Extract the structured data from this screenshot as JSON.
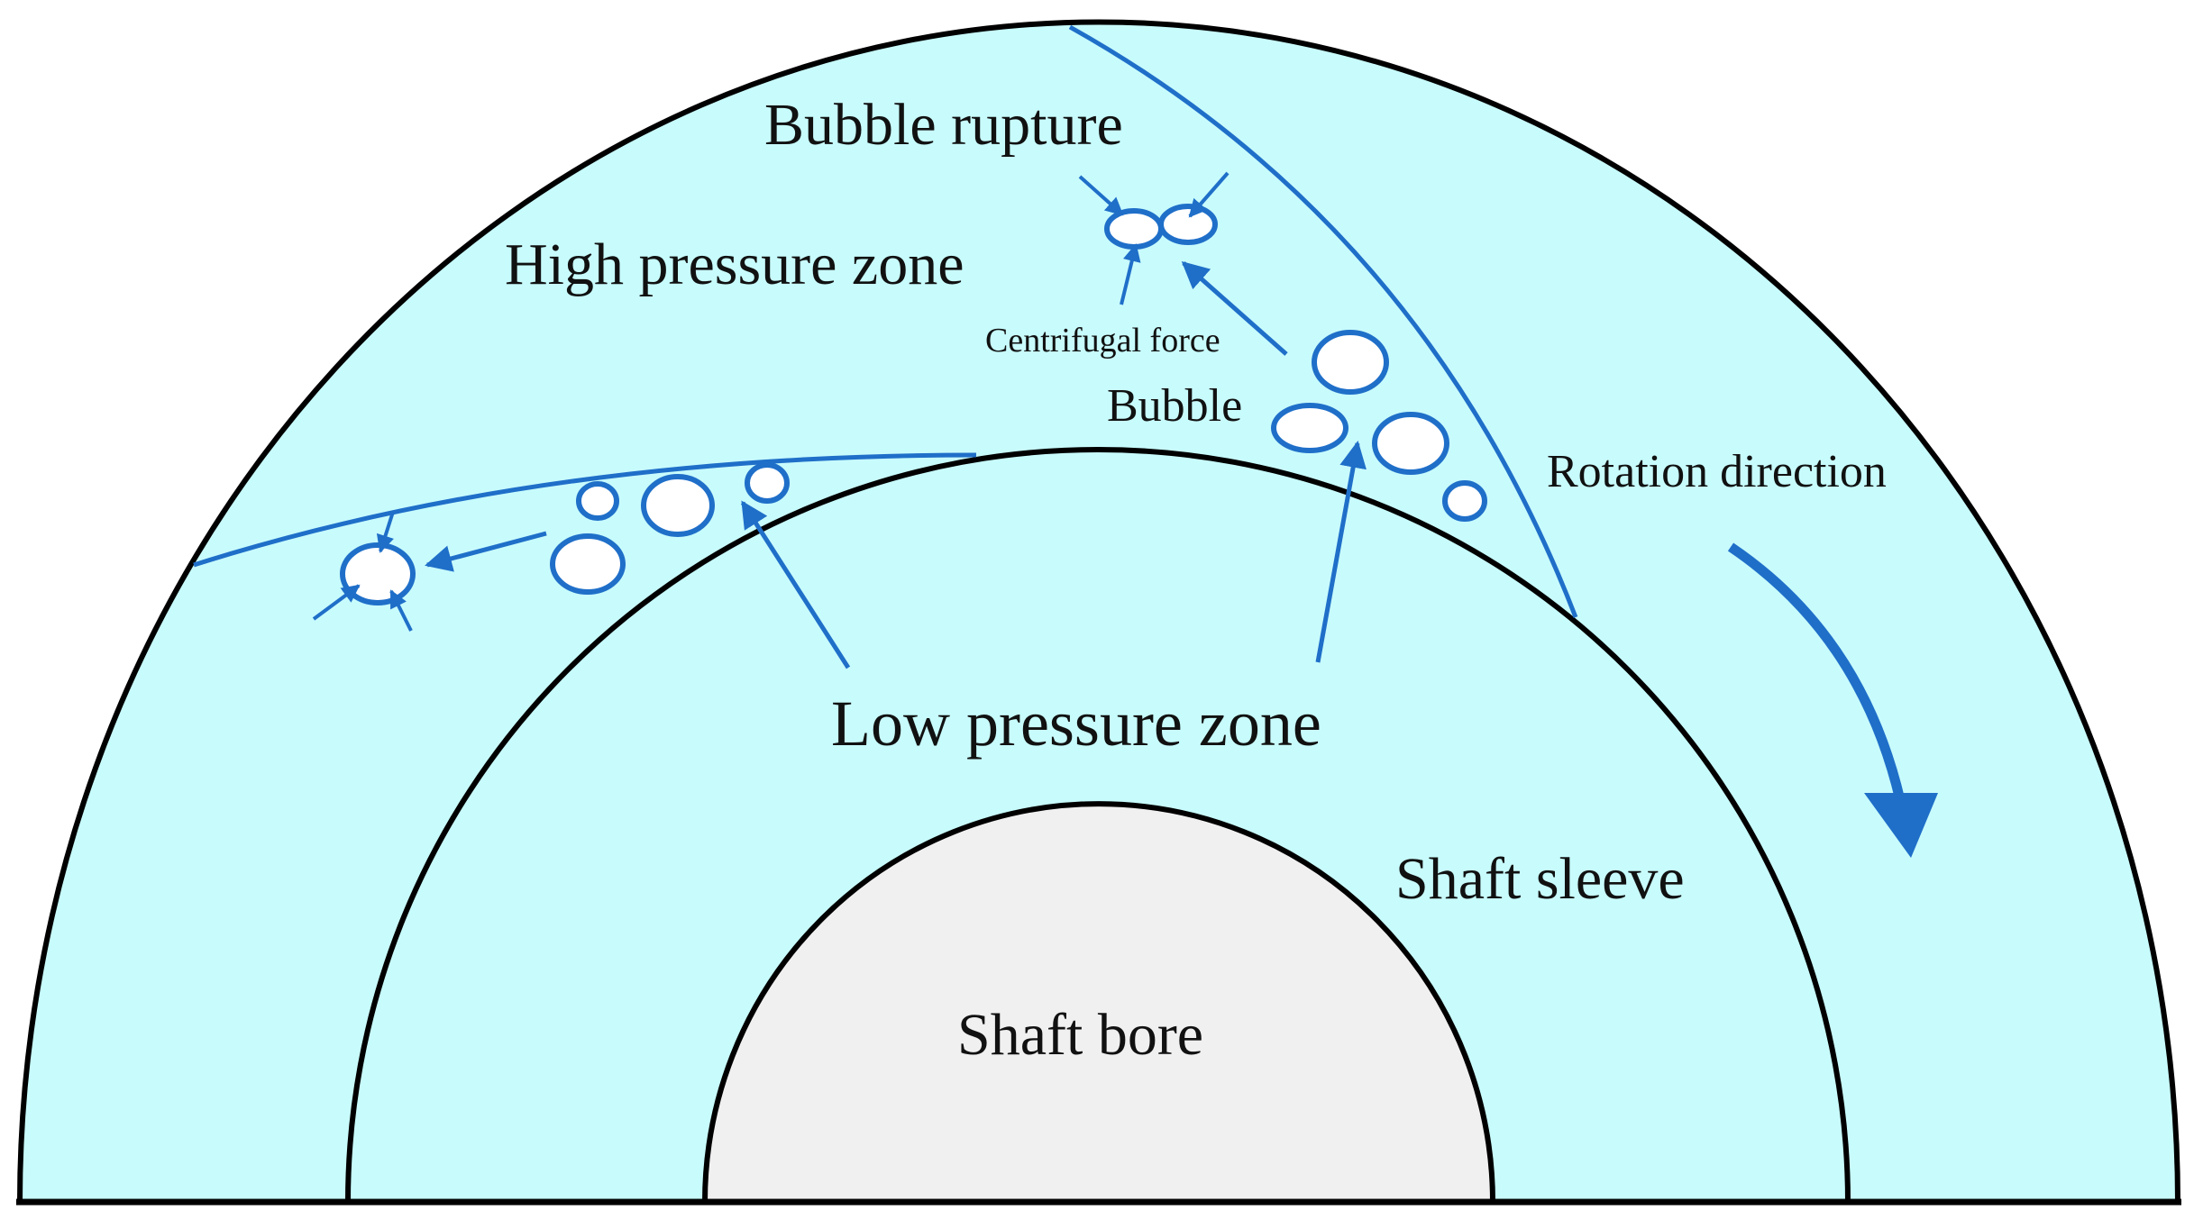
{
  "labels": {
    "bubble_rupture": "Bubble rupture",
    "high_pressure_zone": "High pressure zone",
    "centrifugal_force": "Centrifugal force",
    "bubble": "Bubble",
    "rotation_direction": "Rotation direction",
    "low_pressure_zone": "Low pressure zone",
    "shaft_sleeve": "Shaft sleeve",
    "shaft_bore": "Shaft bore"
  },
  "colors": {
    "fluid_fill": "#c8fbfc",
    "bore_fill": "#f0f0f0",
    "outline": "#000000",
    "accent_blue": "#1f6fc9",
    "bubble_fill": "#ffffff"
  }
}
